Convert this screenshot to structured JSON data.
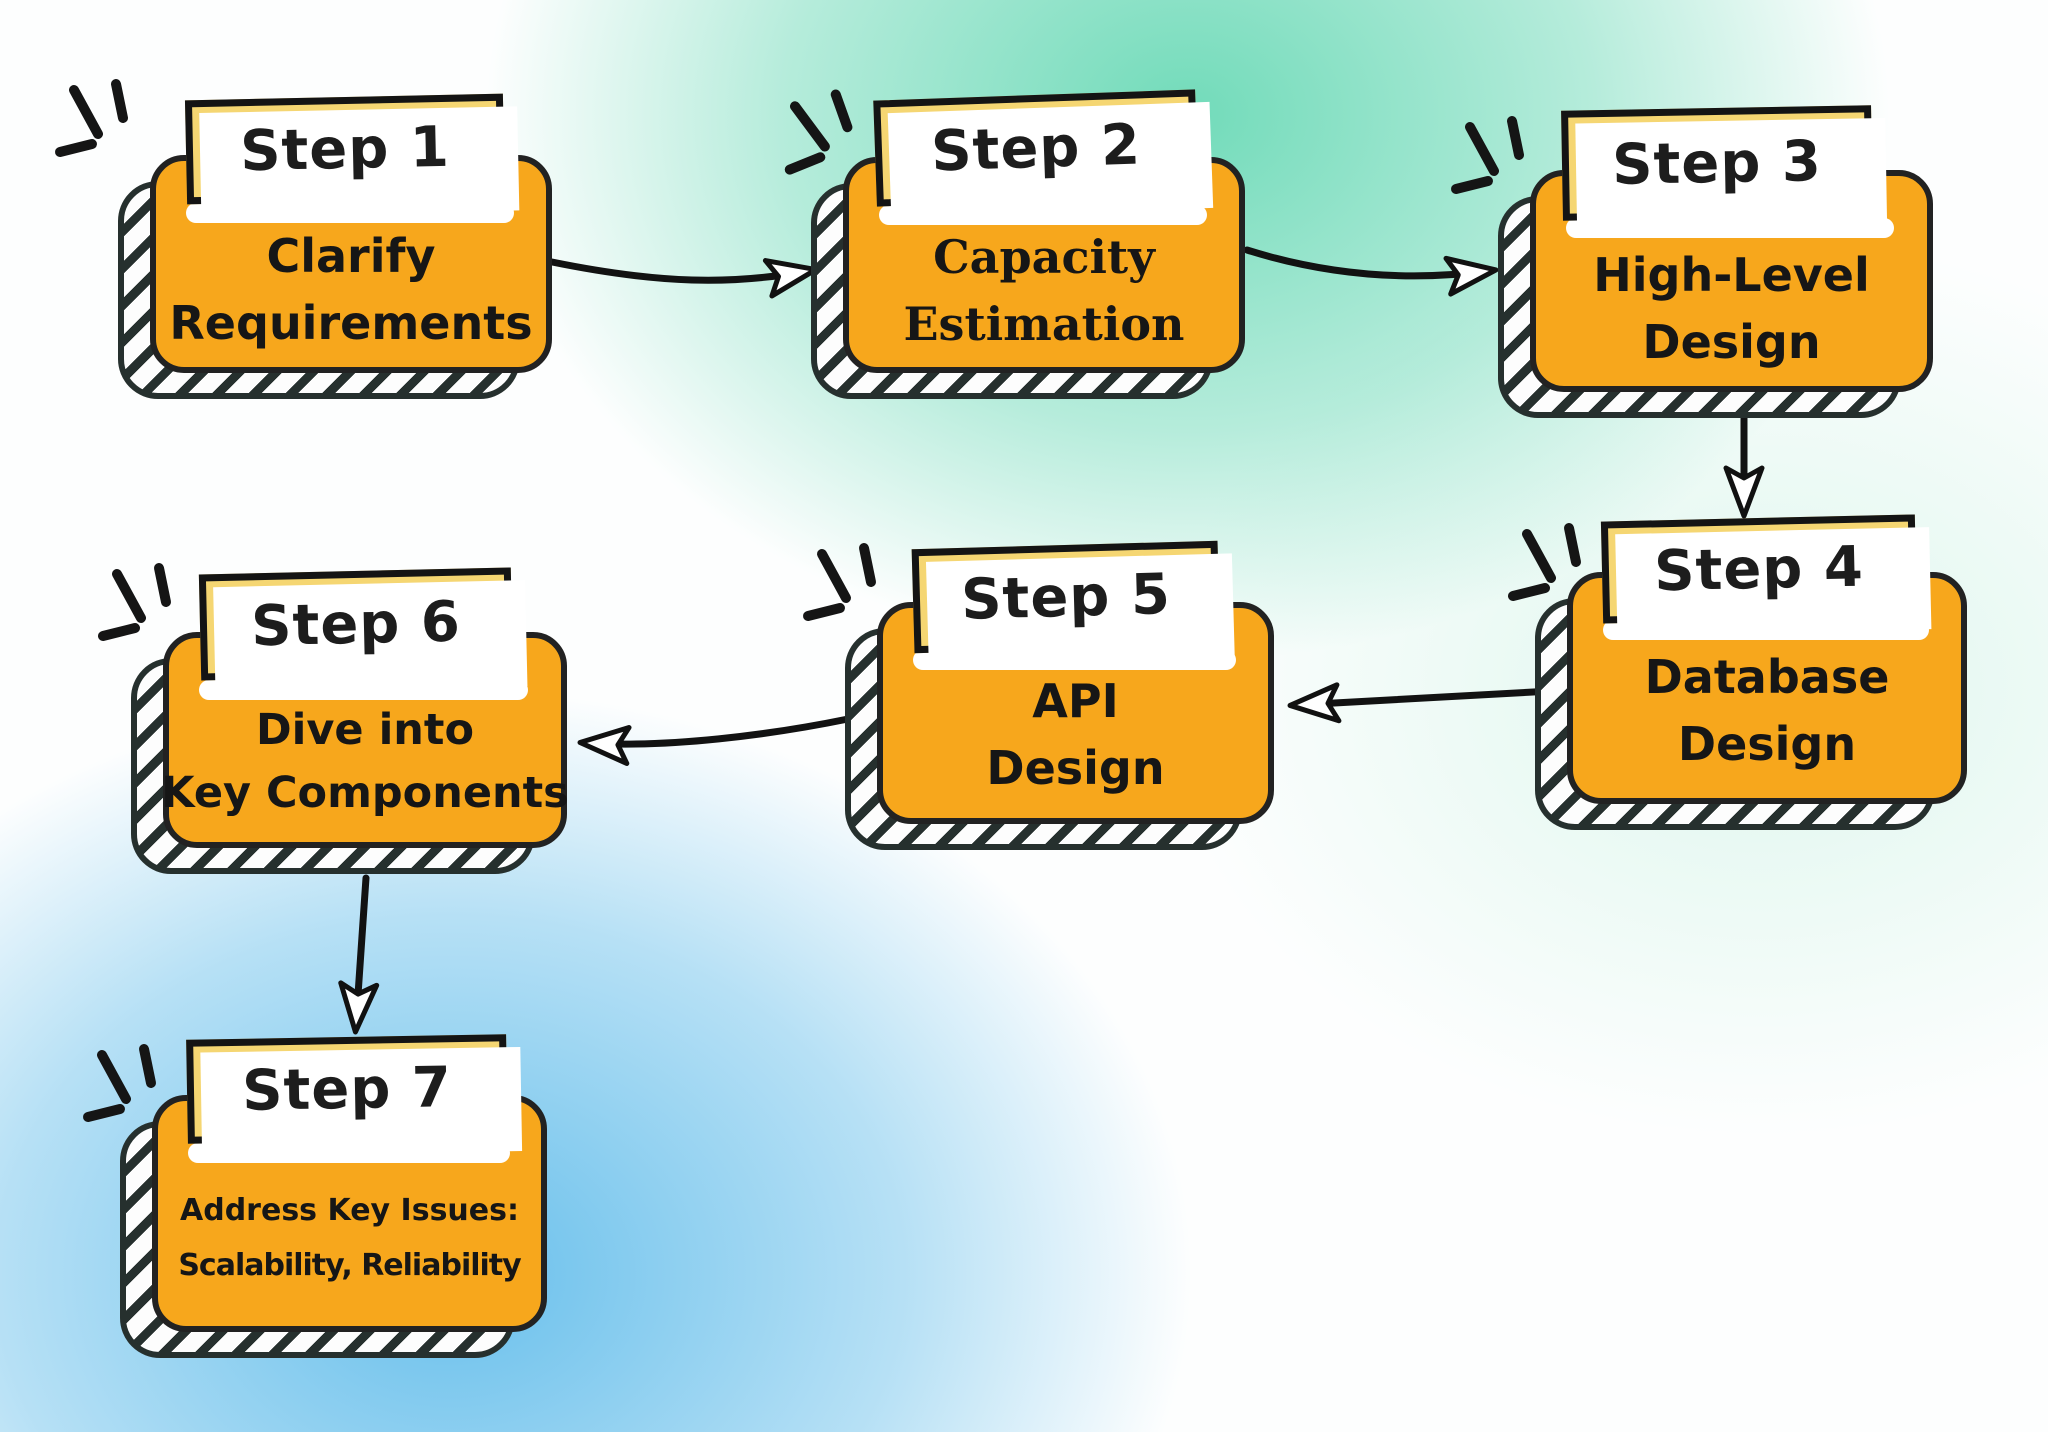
{
  "diagram": {
    "steps": [
      {
        "label": "Step 1",
        "lines": [
          "Clarify",
          "Requirements"
        ]
      },
      {
        "label": "Step 2",
        "lines": [
          "Capacity",
          "Estimation"
        ]
      },
      {
        "label": "Step 3",
        "lines": [
          "High-Level",
          "Design"
        ]
      },
      {
        "label": "Step 4",
        "lines": [
          "Database",
          "Design"
        ]
      },
      {
        "label": "Step 5",
        "lines": [
          "API",
          "Design"
        ]
      },
      {
        "label": "Step 6",
        "lines": [
          "Dive into",
          "Key Components"
        ]
      },
      {
        "label": "Step 7",
        "lines": [
          "Address Key Issues:",
          "Scalability, Reliability"
        ]
      }
    ],
    "connections": [
      {
        "from": "Step 1",
        "to": "Step 2"
      },
      {
        "from": "Step 2",
        "to": "Step 3"
      },
      {
        "from": "Step 3",
        "to": "Step 4"
      },
      {
        "from": "Step 4",
        "to": "Step 5"
      },
      {
        "from": "Step 5",
        "to": "Step 6"
      },
      {
        "from": "Step 6",
        "to": "Step 7"
      }
    ],
    "colors": {
      "card_fill": "#F7A71C",
      "tab_fill": "#F5D672",
      "outline": "#1B1B1B",
      "shadow_hatch": "#26302E",
      "background_teal": "#5ED6B0",
      "background_blue": "#4DB4E8",
      "arrowhead_fill": "#FFFFFF"
    }
  }
}
